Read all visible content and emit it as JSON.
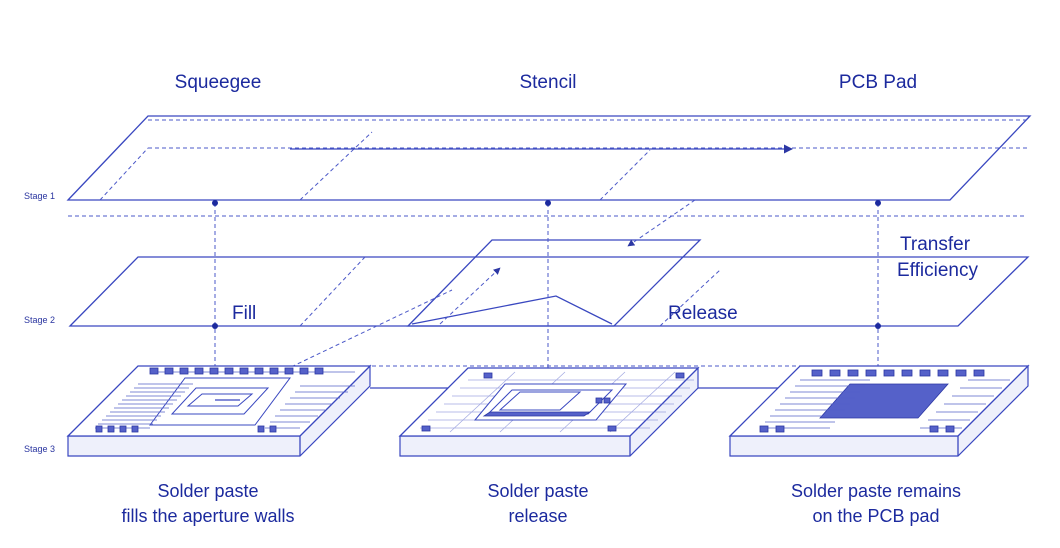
{
  "columns": {
    "squeegee": "Squeegee",
    "stencil": "Stencil",
    "pcb_pad": "PCB Pad"
  },
  "stages": {
    "stage1": "Stage 1",
    "stage2": "Stage 2",
    "stage3": "Stage 3"
  },
  "annotations": {
    "fill": "Fill",
    "release": "Release",
    "transfer_line1": "Transfer",
    "transfer_line2": "Efficiency"
  },
  "captions": {
    "left_line1": "Solder paste",
    "left_line2": "fills the aperture walls",
    "center_line1": "Solder paste",
    "center_line2": "release",
    "right_line1": "Solder paste remains",
    "right_line2": "on the PCB pad"
  },
  "colors": {
    "ink": "#1c2a9e",
    "line": "#3a48c0"
  }
}
